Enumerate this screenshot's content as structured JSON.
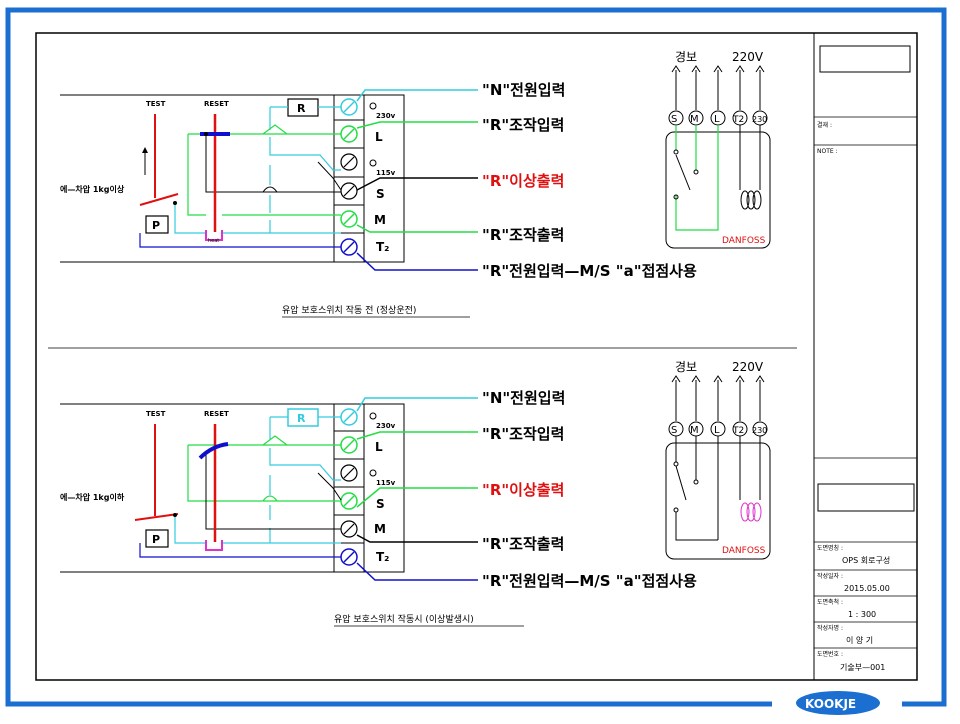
{
  "panel_top": {
    "outputs": {
      "n_power": "\"N\"전원입력",
      "r_control_in": "\"R\"조작입력",
      "r_fault_out": "\"R\"이상출력",
      "r_control_out": "\"R\"조작출력",
      "r_power_ms": "\"R\"전원입력—M/S \"a\"접점사용"
    },
    "labels": {
      "test": "TEST",
      "reset": "RESET",
      "pressure_note": "에—차압 1kg이상",
      "p_box": "P",
      "r_box": "R",
      "v230": "230v",
      "v115": "115v",
      "term_l": "L",
      "term_s": "S",
      "term_m": "M",
      "term_t2": "T₂"
    },
    "caption": "유압 보호스위치 작동 전 (정상운전)"
  },
  "panel_bottom": {
    "outputs": {
      "n_power": "\"N\"전원입력",
      "r_control_in": "\"R\"조작입력",
      "r_fault_out": "\"R\"이상출력",
      "r_control_out": "\"R\"조작출력",
      "r_power_ms": "\"R\"전원입력—M/S \"a\"접점사용"
    },
    "labels": {
      "test": "TEST",
      "reset": "RESET",
      "pressure_note": "에—차압 1kg이하",
      "p_box": "P",
      "r_box": "R",
      "v230": "230v",
      "v115": "115v",
      "term_l": "L",
      "term_s": "S",
      "term_m": "M",
      "term_t2": "T₂"
    },
    "caption": "유압 보호스위치 작동시 (이상발생시)"
  },
  "danfoss": {
    "alarm": "경보",
    "voltage": "220V",
    "terminals": [
      "S",
      "M",
      "L",
      "T2",
      "230"
    ],
    "brand": "DANFOSS"
  },
  "title_block": {
    "approver_label": "결재 :",
    "note_label": "NOTE :",
    "drawing_name_label": "도면명칭 :",
    "drawing_name": "OPS 회로구성",
    "date_label": "작성일자 :",
    "date": "2015.05.00",
    "scale_label": "도면축척 :",
    "scale": "1 : 300",
    "author_label": "작성자명 :",
    "author": "이 양 기",
    "number_label": "도면번호 :",
    "number": "기술부—001"
  },
  "logo": {
    "text": "KOOKJE"
  },
  "colors": {
    "frame_blue": "#1a6fd1",
    "cyan": "#33ccdd",
    "green": "#22dd44",
    "red": "#e01010",
    "dark_blue": "#1010cc",
    "magenta": "#dd33cc"
  }
}
